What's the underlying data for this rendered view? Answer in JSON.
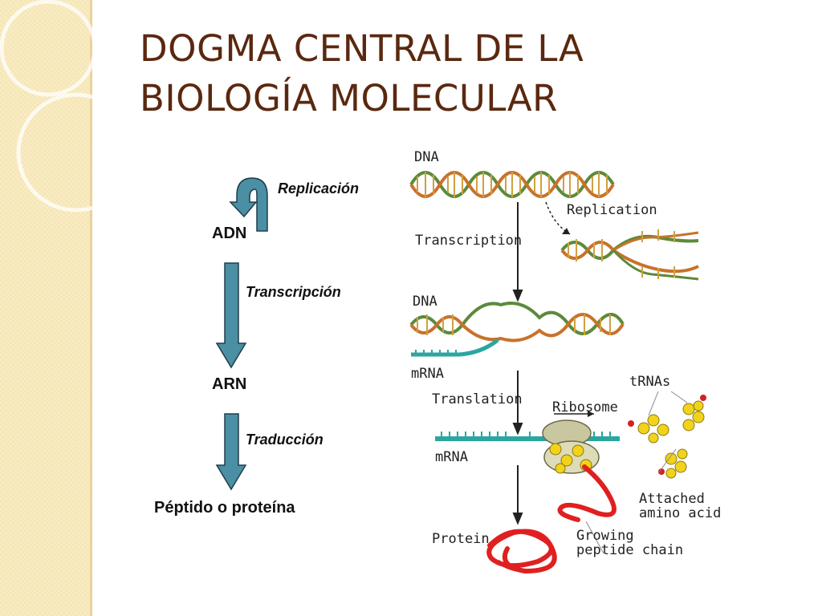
{
  "title": {
    "line1": "DOGMA CENTRAL DE LA",
    "line2": "BIOLOGÍA MOLECULAR"
  },
  "flow": {
    "replicacion": "Replicación",
    "adn": "ADN",
    "transcripcion": "Transcripción",
    "arn": "ARN",
    "traduccion": "Traducción",
    "peptido": "Péptido o proteína"
  },
  "illustration": {
    "dna_top": "DNA",
    "replication": "Replication",
    "transcription": "Transcription",
    "dna_mid": "DNA",
    "mrna_1": "mRNA",
    "translation": "Translation",
    "trnas": "tRNAs",
    "ribosome": "Ribosome",
    "mrna_2": "mRNA",
    "attached_1": "Attached",
    "attached_2": "amino acid",
    "protein": "Protein",
    "growing_1": "Growing",
    "growing_2": "peptide chain"
  },
  "colors": {
    "title": "#5a2810",
    "arrow_fill": "#4a8fa4",
    "background_band": "#f6e6b4",
    "mrna": "#2aa6a0",
    "protein": "#e02020",
    "trna": "#f2d21a"
  }
}
